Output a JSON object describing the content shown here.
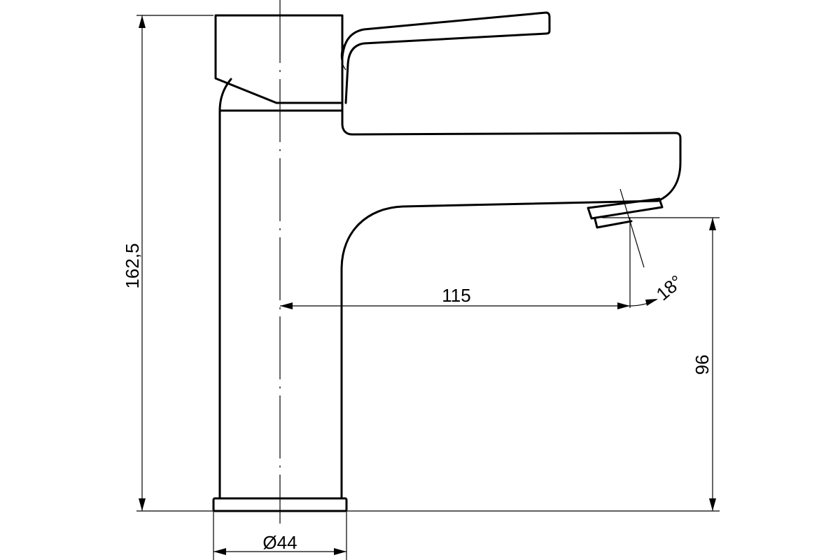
{
  "dimensions": {
    "total_height": "162,5",
    "spout_height": "96",
    "spout_reach": "115",
    "base_diameter": "Ø44",
    "spout_angle": "18°"
  }
}
